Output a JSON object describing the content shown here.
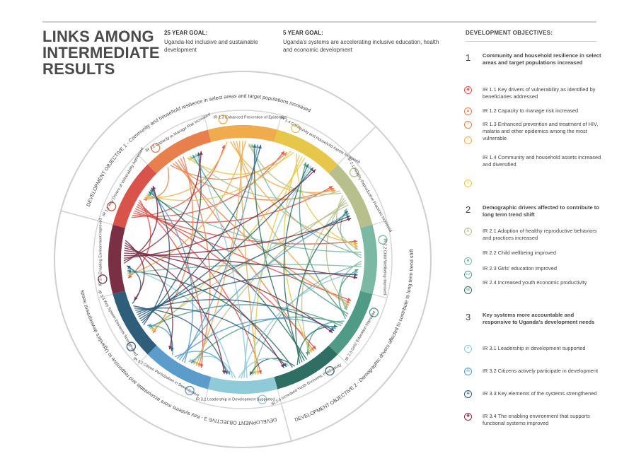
{
  "header": {
    "title_lines": [
      "LINKS AMONG",
      "INTERMEDIATE",
      "RESULTS"
    ],
    "goal25_label": "25 YEAR GOAL:",
    "goal25_text": "Uganda-led inclusive and sustainable development",
    "goal5_label": "5 YEAR GOAL:",
    "goal5_text": "Uganda's systems are accelerating inclusive education, health and economic development"
  },
  "legend": {
    "title": "DEVELOPMENT OBJECTIVES:",
    "objectives": [
      {
        "number": "1",
        "text": "Community and household resilience in select areas and target populations increased",
        "items": [
          {
            "text": "IR 1.1 Key drivers of vulnerability as identified by beneficiaries addressed",
            "color": "#d9534a",
            "icon": "shield-icon"
          },
          {
            "text": "IR 1.2 Capacity to manage risk increased",
            "color": "#e8804e",
            "icon": "warning-icon"
          },
          {
            "text": "IR 1.3 Enhanced prevention and treatment of HIV, malaria and other epidemics among the most vulnerable",
            "color": "#f0ac4c",
            "icon": "pill-icon"
          },
          {
            "text": "IR 1.4 Community and household assets increased and diversified",
            "color": "#e6c74a",
            "icon": "coins-icon"
          }
        ]
      },
      {
        "number": "2",
        "text": "Demographic drivers affected to contribute to long term trend shift",
        "items": [
          {
            "text": "IR 2.1 Adoption of healthy reproductive behaviors and practices increased",
            "color": "#b7bf8c",
            "icon": "family-icon"
          },
          {
            "text": "IR 2.2 Child wellbeing improved",
            "color": "#7cb9a4",
            "icon": "child-icon"
          },
          {
            "text": "IR 2.3 Girls' education improved",
            "color": "#4f9b86",
            "icon": "book-icon"
          },
          {
            "text": "IR 2.4 Increased youth economic productivity",
            "color": "#2f6f63",
            "icon": "chart-icon"
          }
        ]
      },
      {
        "number": "3",
        "text": "Key systems more accountable and responsive to Uganda's development needs",
        "items": [
          {
            "text": "IR 3.1 Leadership in development supported",
            "color": "#8ecad8",
            "icon": "signal-icon"
          },
          {
            "text": "IR 3.2 Citizens actively participate in development",
            "color": "#5b9ccb",
            "icon": "people-icon"
          },
          {
            "text": "IR 3.3 Key elements of the systems strengthened",
            "color": "#2f5e7b",
            "icon": "gear-icon"
          },
          {
            "text": "IR 3.4 The enabling environment that supports functional systems improved",
            "color": "#7a2f45",
            "icon": "sun-icon"
          }
        ]
      }
    ]
  },
  "wheel": {
    "do1_label": "DEVELOPMENT OBJECTIVE 1 - Community and household resilience in select areas and target populations increased",
    "do2_label": "DEVELOPMENT OBJECTIVE 2 - Demographic drivers affected to contribute to long term trend shift",
    "do3_label": "DEVELOPMENT OBJECTIVE 3 - Key systems more accountable and responsive to Uganda's development needs",
    "segments": [
      {
        "id": "ir1.1",
        "label": "IR 1.1 Key Drivers of Vulnerability Addressed",
        "color": "#d9534a"
      },
      {
        "id": "ir1.2",
        "label": "IR 1.2 Capacity to Manage Risk Increased",
        "color": "#e8804e"
      },
      {
        "id": "ir1.3",
        "label": "IR 1.3 Enhanced Prevention of Epidemics",
        "color": "#f0ac4c"
      },
      {
        "id": "ir1.4",
        "label": "IR 1.4 Community and Household Assets Increased",
        "color": "#e6c74a"
      },
      {
        "id": "ir2.1",
        "label": "IR 2.1 Healthy Reproductive Practices Increased",
        "color": "#b7bf8c"
      },
      {
        "id": "ir2.2",
        "label": "IR 2.2 Child Wellbeing Improved",
        "color": "#7cb9a4"
      },
      {
        "id": "ir2.3",
        "label": "IR 2.3 Girls' Education Improved",
        "color": "#4f9b86"
      },
      {
        "id": "ir2.4",
        "label": "IR 2.4 Increased Youth Economic Productivity",
        "color": "#2f6f63"
      },
      {
        "id": "ir3.1",
        "label": "IR 3.1 Leadership in Development Supported",
        "color": "#8ecad8"
      },
      {
        "id": "ir3.2",
        "label": "IR 3.2 Citizen Participation in Development",
        "color": "#5b9ccb"
      },
      {
        "id": "ir3.3",
        "label": "IR 3.3 Key System Elements Strengthened",
        "color": "#2f5e7b"
      },
      {
        "id": "ir3.4",
        "label": "IR 3.4 Enabling Environment Improved",
        "color": "#7a2f45"
      }
    ],
    "links": [
      [
        0,
        2
      ],
      [
        0,
        3
      ],
      [
        0,
        4
      ],
      [
        0,
        5
      ],
      [
        0,
        6
      ],
      [
        0,
        7
      ],
      [
        0,
        8
      ],
      [
        0,
        9
      ],
      [
        0,
        11
      ],
      [
        1,
        0
      ],
      [
        1,
        3
      ],
      [
        1,
        4
      ],
      [
        1,
        6
      ],
      [
        1,
        7
      ],
      [
        1,
        9
      ],
      [
        1,
        10
      ],
      [
        2,
        0
      ],
      [
        2,
        4
      ],
      [
        2,
        5
      ],
      [
        2,
        6
      ],
      [
        2,
        8
      ],
      [
        2,
        9
      ],
      [
        2,
        11
      ],
      [
        3,
        0
      ],
      [
        3,
        1
      ],
      [
        3,
        5
      ],
      [
        3,
        7
      ],
      [
        3,
        8
      ],
      [
        3,
        10
      ],
      [
        4,
        1
      ],
      [
        4,
        2
      ],
      [
        4,
        5
      ],
      [
        4,
        6
      ],
      [
        4,
        7
      ],
      [
        4,
        9
      ],
      [
        4,
        10
      ],
      [
        5,
        0
      ],
      [
        5,
        2
      ],
      [
        5,
        4
      ],
      [
        5,
        6
      ],
      [
        5,
        8
      ],
      [
        5,
        11
      ],
      [
        6,
        1
      ],
      [
        6,
        3
      ],
      [
        6,
        5
      ],
      [
        6,
        7
      ],
      [
        6,
        9
      ],
      [
        6,
        10
      ],
      [
        7,
        0
      ],
      [
        7,
        2
      ],
      [
        7,
        3
      ],
      [
        7,
        4
      ],
      [
        7,
        6
      ],
      [
        7,
        8
      ],
      [
        7,
        11
      ],
      [
        8,
        1
      ],
      [
        8,
        3
      ],
      [
        8,
        5
      ],
      [
        8,
        7
      ],
      [
        8,
        9
      ],
      [
        8,
        11
      ],
      [
        9,
        0
      ],
      [
        9,
        2
      ],
      [
        9,
        4
      ],
      [
        9,
        6
      ],
      [
        9,
        8
      ],
      [
        9,
        10
      ],
      [
        10,
        0
      ],
      [
        10,
        1
      ],
      [
        10,
        2
      ],
      [
        10,
        3
      ],
      [
        10,
        4
      ],
      [
        10,
        5
      ],
      [
        10,
        6
      ],
      [
        10,
        7
      ],
      [
        10,
        8
      ],
      [
        10,
        9
      ],
      [
        10,
        11
      ],
      [
        11,
        0
      ],
      [
        11,
        1
      ],
      [
        11,
        3
      ],
      [
        11,
        4
      ],
      [
        11,
        5
      ],
      [
        11,
        6
      ],
      [
        11,
        7
      ],
      [
        11,
        8
      ],
      [
        11,
        9
      ],
      [
        11,
        10
      ]
    ]
  }
}
